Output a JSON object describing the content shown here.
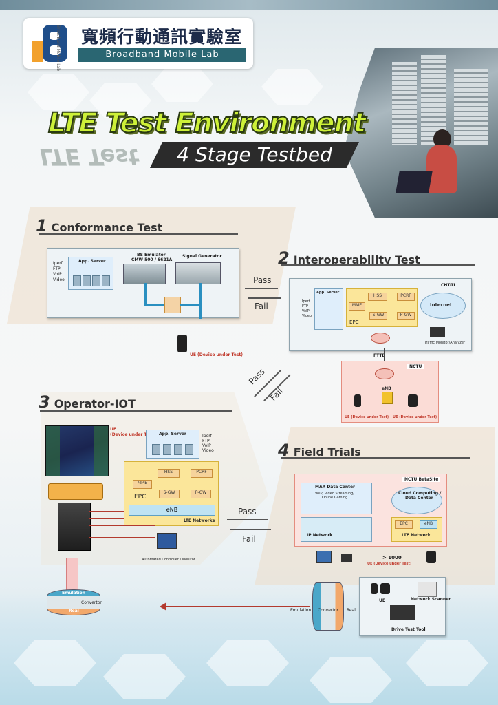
{
  "logo": {
    "cn_title": "寬頻行動通訊實驗室",
    "en_title": "Broadband Mobile Lab",
    "side_text": "Broadband Mobile Lab",
    "mark_text": "B"
  },
  "title": {
    "line1": "LTE Test Environment",
    "line2": "4 Stage Testbed",
    "reflection": "LTE Test"
  },
  "colors": {
    "accent_green": "#cdf038",
    "teal": "#2a6672",
    "epc_yellow": "#fbe69a",
    "arrow_red": "#b33a2e",
    "arrow_blue": "#2a8fc0"
  },
  "sections": {
    "s1": {
      "number": "1",
      "heading": "Conformance Test",
      "app_server": "App. Server",
      "services": [
        "Iperf",
        "FTP",
        "VoIP",
        "Video"
      ],
      "bs_emulator": "BS Emulator",
      "bs_model": "CMW 500 / 6621A",
      "signal_generator": "Signal Generator",
      "ue": "UE (Device under Test)"
    },
    "s2": {
      "number": "2",
      "heading": "Interoperability Test",
      "app_server": "App. Server",
      "services": [
        "Iperf",
        "FTP",
        "VoIP",
        "Video"
      ],
      "operator": "CHT-TL",
      "hss": "HSS",
      "pcrf": "PCRF",
      "mme": "MME",
      "sgw": "S-GW",
      "pgw": "P-GW",
      "epc": "EPC",
      "internet": "Internet",
      "traffic": "Traffic Monitor/Analyzer",
      "ftth": "FTTB",
      "nctu": "NCTU",
      "enb": "eNB",
      "ue_left": "UE (Device under Test)",
      "ue_right": "UE (Device under Test)"
    },
    "s3": {
      "number": "3",
      "heading": "Operator-IOT",
      "ue_label_1": "UE",
      "ue_label_2": "(Device under Test)",
      "app_server": "App. Server",
      "services": [
        "Iperf",
        "FTP",
        "VoIP",
        "Video"
      ],
      "hss": "HSS",
      "pcrf": "PCRF",
      "mme": "MME",
      "sgw": "S-GW",
      "pgw": "P-GW",
      "epc": "EPC",
      "enb": "eNB",
      "lte_networks": "LTE Networks",
      "controller": "Automated Controller / Monitor",
      "emulation": "Emulation",
      "convertor": "Convertor",
      "real": "Real"
    },
    "s4": {
      "number": "4",
      "heading": "Field Trials",
      "betasite": "NCTU BetaSite",
      "mar_dc": "MAR Data Center",
      "mar_desc_1": "VoIP/ Video Streaming/",
      "mar_desc_2": "Online Gaming",
      "cloud": "Cloud Computing /",
      "cloud2": "Data Center",
      "ip_network": "IP Network",
      "epc": "EPC",
      "enb": "eNB",
      "lte_network": "LTE Network",
      "ue_count": "> 1000",
      "ue_dut": "UE (Device under Test)",
      "ue": "UE",
      "network_scanner": "Network Scanner",
      "drive_test": "Drive Test Tool",
      "emulation": "Emulation",
      "convertor": "Convertor",
      "real": "Real"
    }
  },
  "flows": {
    "pass": "Pass",
    "fail": "Fail"
  }
}
